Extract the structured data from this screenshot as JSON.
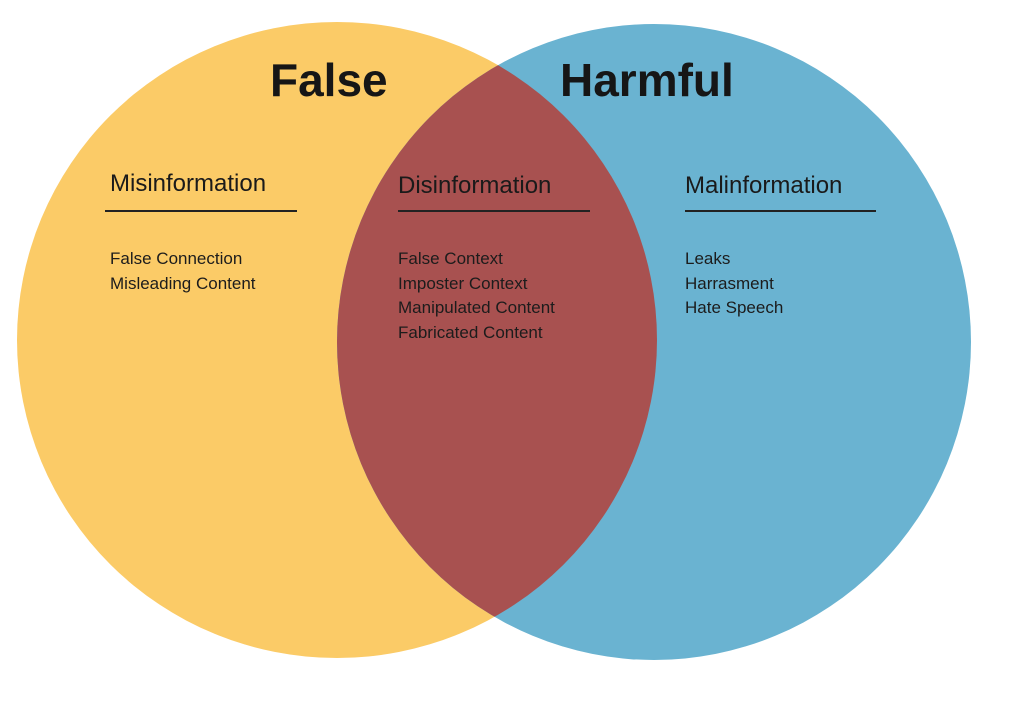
{
  "titles": {
    "left": "False",
    "right": "Harmful"
  },
  "regions": {
    "left": {
      "heading": "Misinformation",
      "items": [
        "False Connection",
        "Misleading Content"
      ]
    },
    "center": {
      "heading": "Disinformation",
      "items": [
        "False Context",
        "Imposter Context",
        "Manipulated Content",
        "Fabricated Content"
      ]
    },
    "right": {
      "heading": "Malinformation",
      "items": [
        "Leaks",
        "Harrasment",
        "Hate Speech"
      ]
    }
  },
  "colors": {
    "left_circle": "#fbcb67",
    "right_circle": "#6ab3d1",
    "overlap": "#a85150"
  }
}
